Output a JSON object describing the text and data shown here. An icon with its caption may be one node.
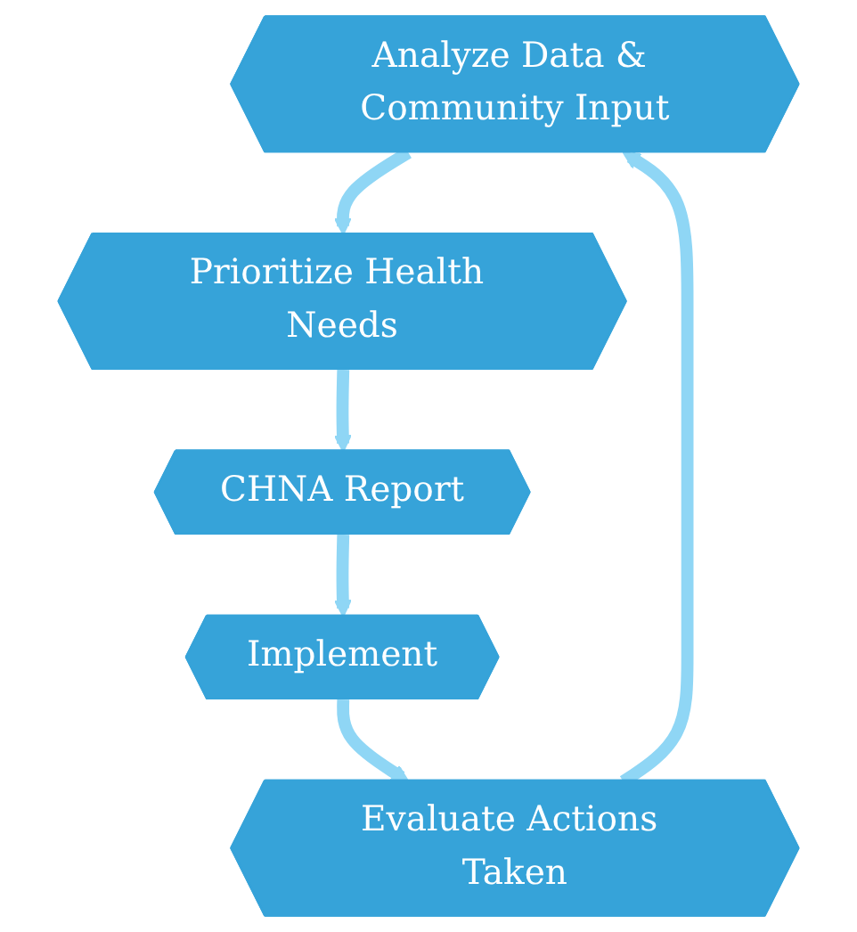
{
  "diagram": {
    "nodes": [
      {
        "text": [
          "Analyze Data & Community Input"
        ]
      },
      {
        "text": [
          "Prioritize Health Needs"
        ]
      },
      {
        "text": [
          "CHNA Report"
        ]
      },
      {
        "text": [
          "Implement"
        ]
      },
      {
        "text": [
          "Evaluate Actions Taken"
        ]
      }
    ],
    "edges": [
      {
        "from": 0,
        "to": 1,
        "arrow": "to"
      },
      {
        "from": 1,
        "to": 2,
        "arrow": "to"
      },
      {
        "from": 2,
        "to": 3,
        "arrow": "to"
      },
      {
        "from": 3,
        "to": 4,
        "arrow": "to"
      },
      {
        "from": 4,
        "to": 0,
        "arrow": "to"
      }
    ]
  }
}
